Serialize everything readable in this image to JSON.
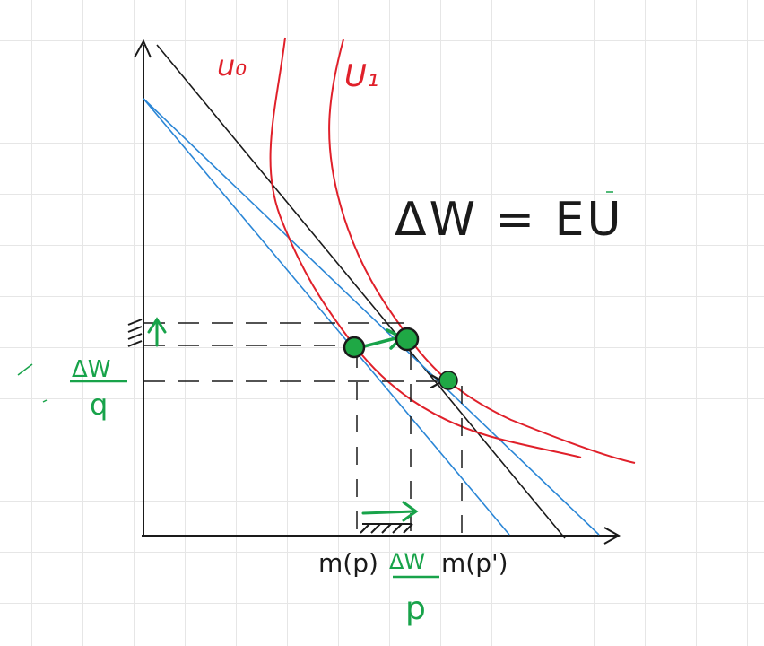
{
  "labels": {
    "u0": "u₀",
    "u1": "U₁",
    "equation": "ΔW = EU",
    "dw_q_num": "ΔW",
    "dw_q_den": "q",
    "m_p": "m(p)",
    "dw_p_num": "ΔW",
    "dw_p_den": "p",
    "m_p_prime": "m(p')"
  },
  "colors": {
    "red": "#e0202a",
    "blue": "#2a86d6",
    "green": "#18a34a",
    "dot": "#1fa845",
    "black": "#1a1a1a"
  }
}
